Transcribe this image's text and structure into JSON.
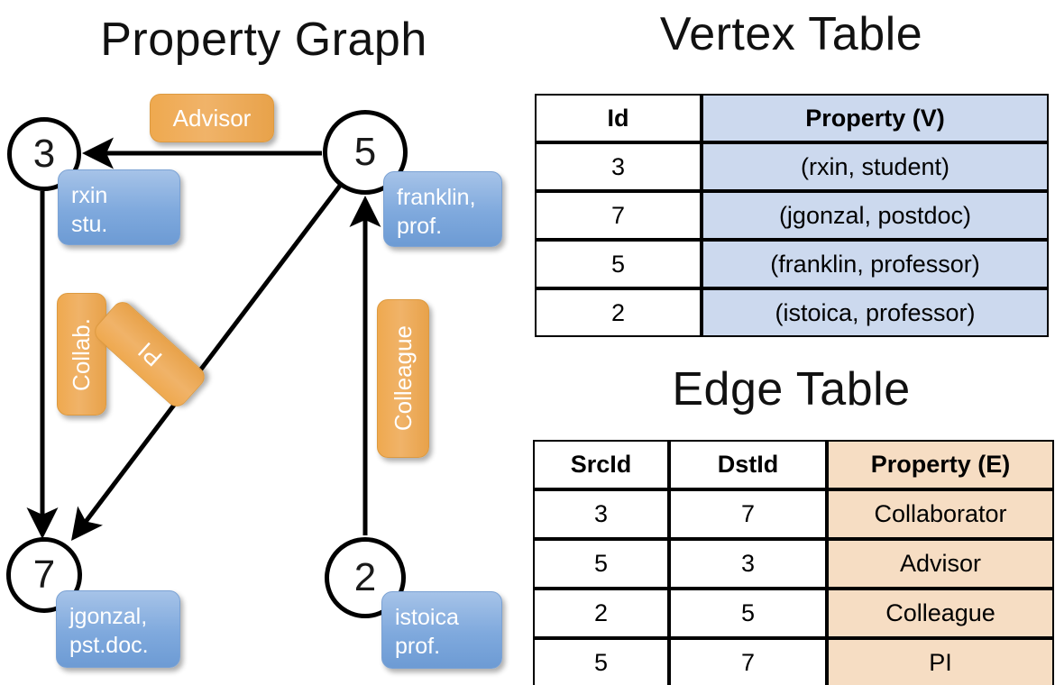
{
  "titles": {
    "property_graph": "Property Graph",
    "vertex_table": "Vertex Table",
    "edge_table": "Edge Table"
  },
  "graph": {
    "nodes": [
      {
        "id": "3",
        "property_label": "rxin\nstu."
      },
      {
        "id": "5",
        "property_label": "franklin,\nprof."
      },
      {
        "id": "7",
        "property_label": "jgonzal,\npst.doc."
      },
      {
        "id": "2",
        "property_label": "istoica\nprof."
      }
    ],
    "node_labels": {
      "n3": "3",
      "n5": "5",
      "n7": "7",
      "n2": "2"
    },
    "vertex_property_boxes": {
      "rxin_line1": "rxin",
      "rxin_line2": "stu.",
      "franklin_line1": "franklin,",
      "franklin_line2": "prof.",
      "jgonzal_line1": "jgonzal,",
      "jgonzal_line2": "pst.doc.",
      "istoica_line1": "istoica",
      "istoica_line2": "prof."
    },
    "edge_property_boxes": {
      "advisor": "Advisor",
      "collab": "Collab.",
      "pi": "PI",
      "colleague": "Colleague"
    },
    "edges": [
      {
        "from": "5",
        "to": "3",
        "label": "Advisor"
      },
      {
        "from": "3",
        "to": "7",
        "label": "Collab."
      },
      {
        "from": "5",
        "to": "7",
        "label": "PI"
      },
      {
        "from": "2",
        "to": "5",
        "label": "Colleague"
      }
    ]
  },
  "vertex_table": {
    "headers": [
      "Id",
      "Property (V)"
    ],
    "rows": [
      {
        "id": "3",
        "property": "(rxin, student)"
      },
      {
        "id": "7",
        "property": "(jgonzal, postdoc)"
      },
      {
        "id": "5",
        "property": "(franklin, professor)"
      },
      {
        "id": "2",
        "property": "(istoica, professor)"
      }
    ]
  },
  "edge_table": {
    "headers": [
      "SrcId",
      "DstId",
      "Property (E)"
    ],
    "rows": [
      {
        "src": "3",
        "dst": "7",
        "property": "Collaborator"
      },
      {
        "src": "5",
        "dst": "3",
        "property": "Advisor"
      },
      {
        "src": "2",
        "dst": "5",
        "property": "Colleague"
      },
      {
        "src": "5",
        "dst": "7",
        "property": "PI"
      }
    ]
  },
  "colors": {
    "vertex_header_fill": "#ccd9ee",
    "edge_header_fill": "#f6ddc3",
    "vertex_box_fill": "#7fa9dd",
    "edge_box_fill": "#efa94f",
    "stroke": "#000000"
  }
}
